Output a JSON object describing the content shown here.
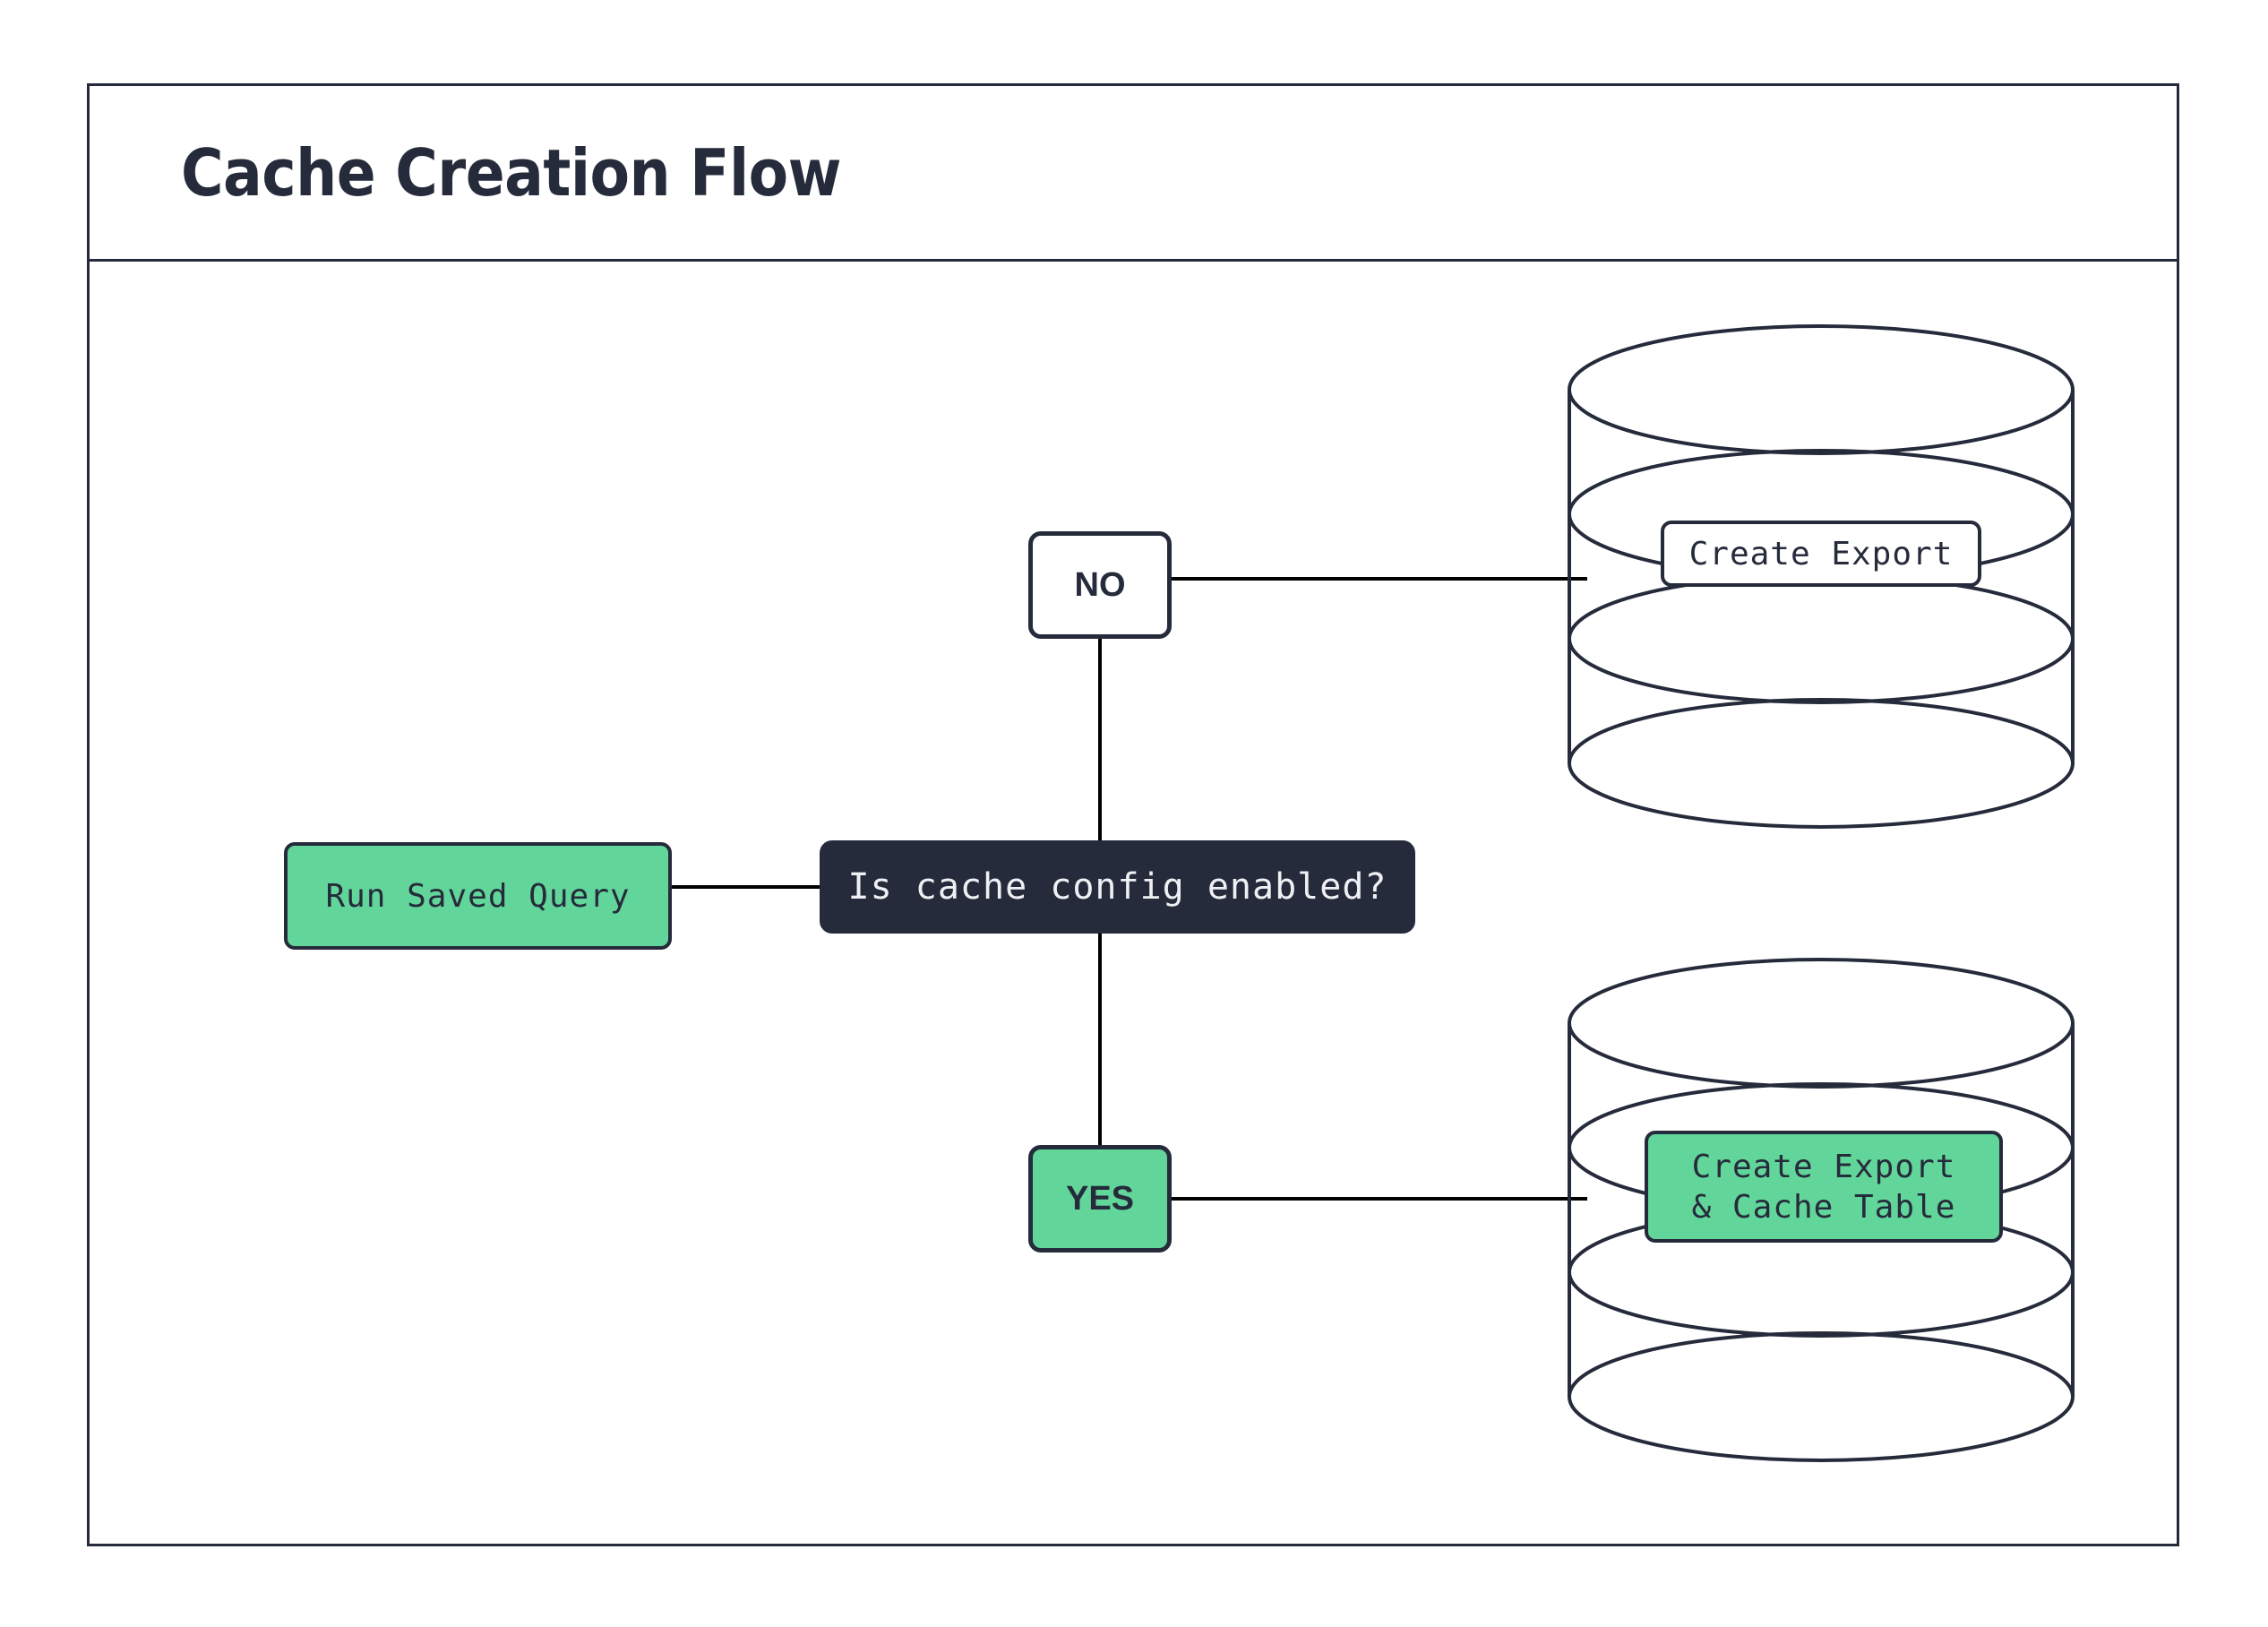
{
  "diagram": {
    "title": "Cache Creation Flow",
    "type": "flowchart",
    "colors": {
      "accent_green": "#62d69a",
      "dark_navy": "#262b3b",
      "canvas": "#ffffff",
      "connector": "#000000"
    },
    "nodes": {
      "run_saved_query": {
        "label": "Run Saved Query",
        "shape": "rounded-rect",
        "fill": "#62d69a"
      },
      "decision": {
        "label": "Is cache config enabled?",
        "shape": "rounded-rect",
        "fill": "#262b3b"
      },
      "branch_no": {
        "label": "NO",
        "shape": "rounded-rect",
        "fill": "#ffffff"
      },
      "branch_yes": {
        "label": "YES",
        "shape": "rounded-rect",
        "fill": "#62d69a"
      },
      "database_top": {
        "shape": "database-cylinder",
        "label_line1": "Create Export",
        "label_fill": "#ffffff"
      },
      "database_bottom": {
        "shape": "database-cylinder",
        "label_line1": "Create Export",
        "label_line2": "& Cache Table",
        "label_fill": "#62d69a"
      }
    },
    "edges": [
      {
        "from": "run_saved_query",
        "to": "decision",
        "label": ""
      },
      {
        "from": "decision",
        "to": "branch_no",
        "label": "NO"
      },
      {
        "from": "decision",
        "to": "branch_yes",
        "label": "YES"
      },
      {
        "from": "branch_no",
        "to": "database_top",
        "label": ""
      },
      {
        "from": "branch_yes",
        "to": "database_bottom",
        "label": ""
      }
    ]
  }
}
